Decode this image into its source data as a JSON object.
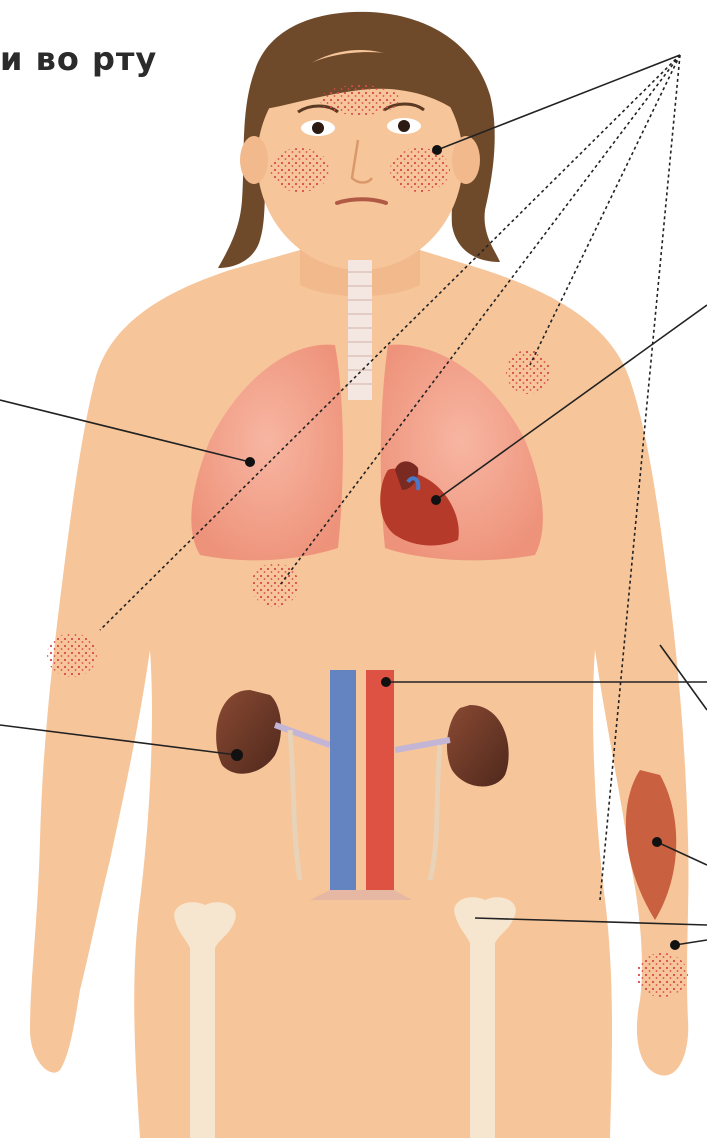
{
  "caption": {
    "text": "и во рту"
  },
  "figure": {
    "skin_color": "#f7c59a",
    "hair_color": "#6e4a2b",
    "rash_color": "#d84a4a",
    "lung_color": "#f0a08a",
    "heart_color": "#b63a2a",
    "kidney_color": "#6b3a2a",
    "artery_color": "#d9453a",
    "vein_color": "#4a78c8",
    "bone_color": "#f6e6cf",
    "muscle_color": "#c9603f",
    "line_color": "#222222"
  },
  "parts": [
    {
      "name": "face-rash"
    },
    {
      "name": "chest-rash"
    },
    {
      "name": "arm-rash-left"
    },
    {
      "name": "arm-rash-right"
    },
    {
      "name": "lungs"
    },
    {
      "name": "heart"
    },
    {
      "name": "kidneys"
    },
    {
      "name": "aorta"
    },
    {
      "name": "vena-cava"
    },
    {
      "name": "femur-bones"
    },
    {
      "name": "forearm-muscle"
    },
    {
      "name": "wrist-rash"
    }
  ]
}
